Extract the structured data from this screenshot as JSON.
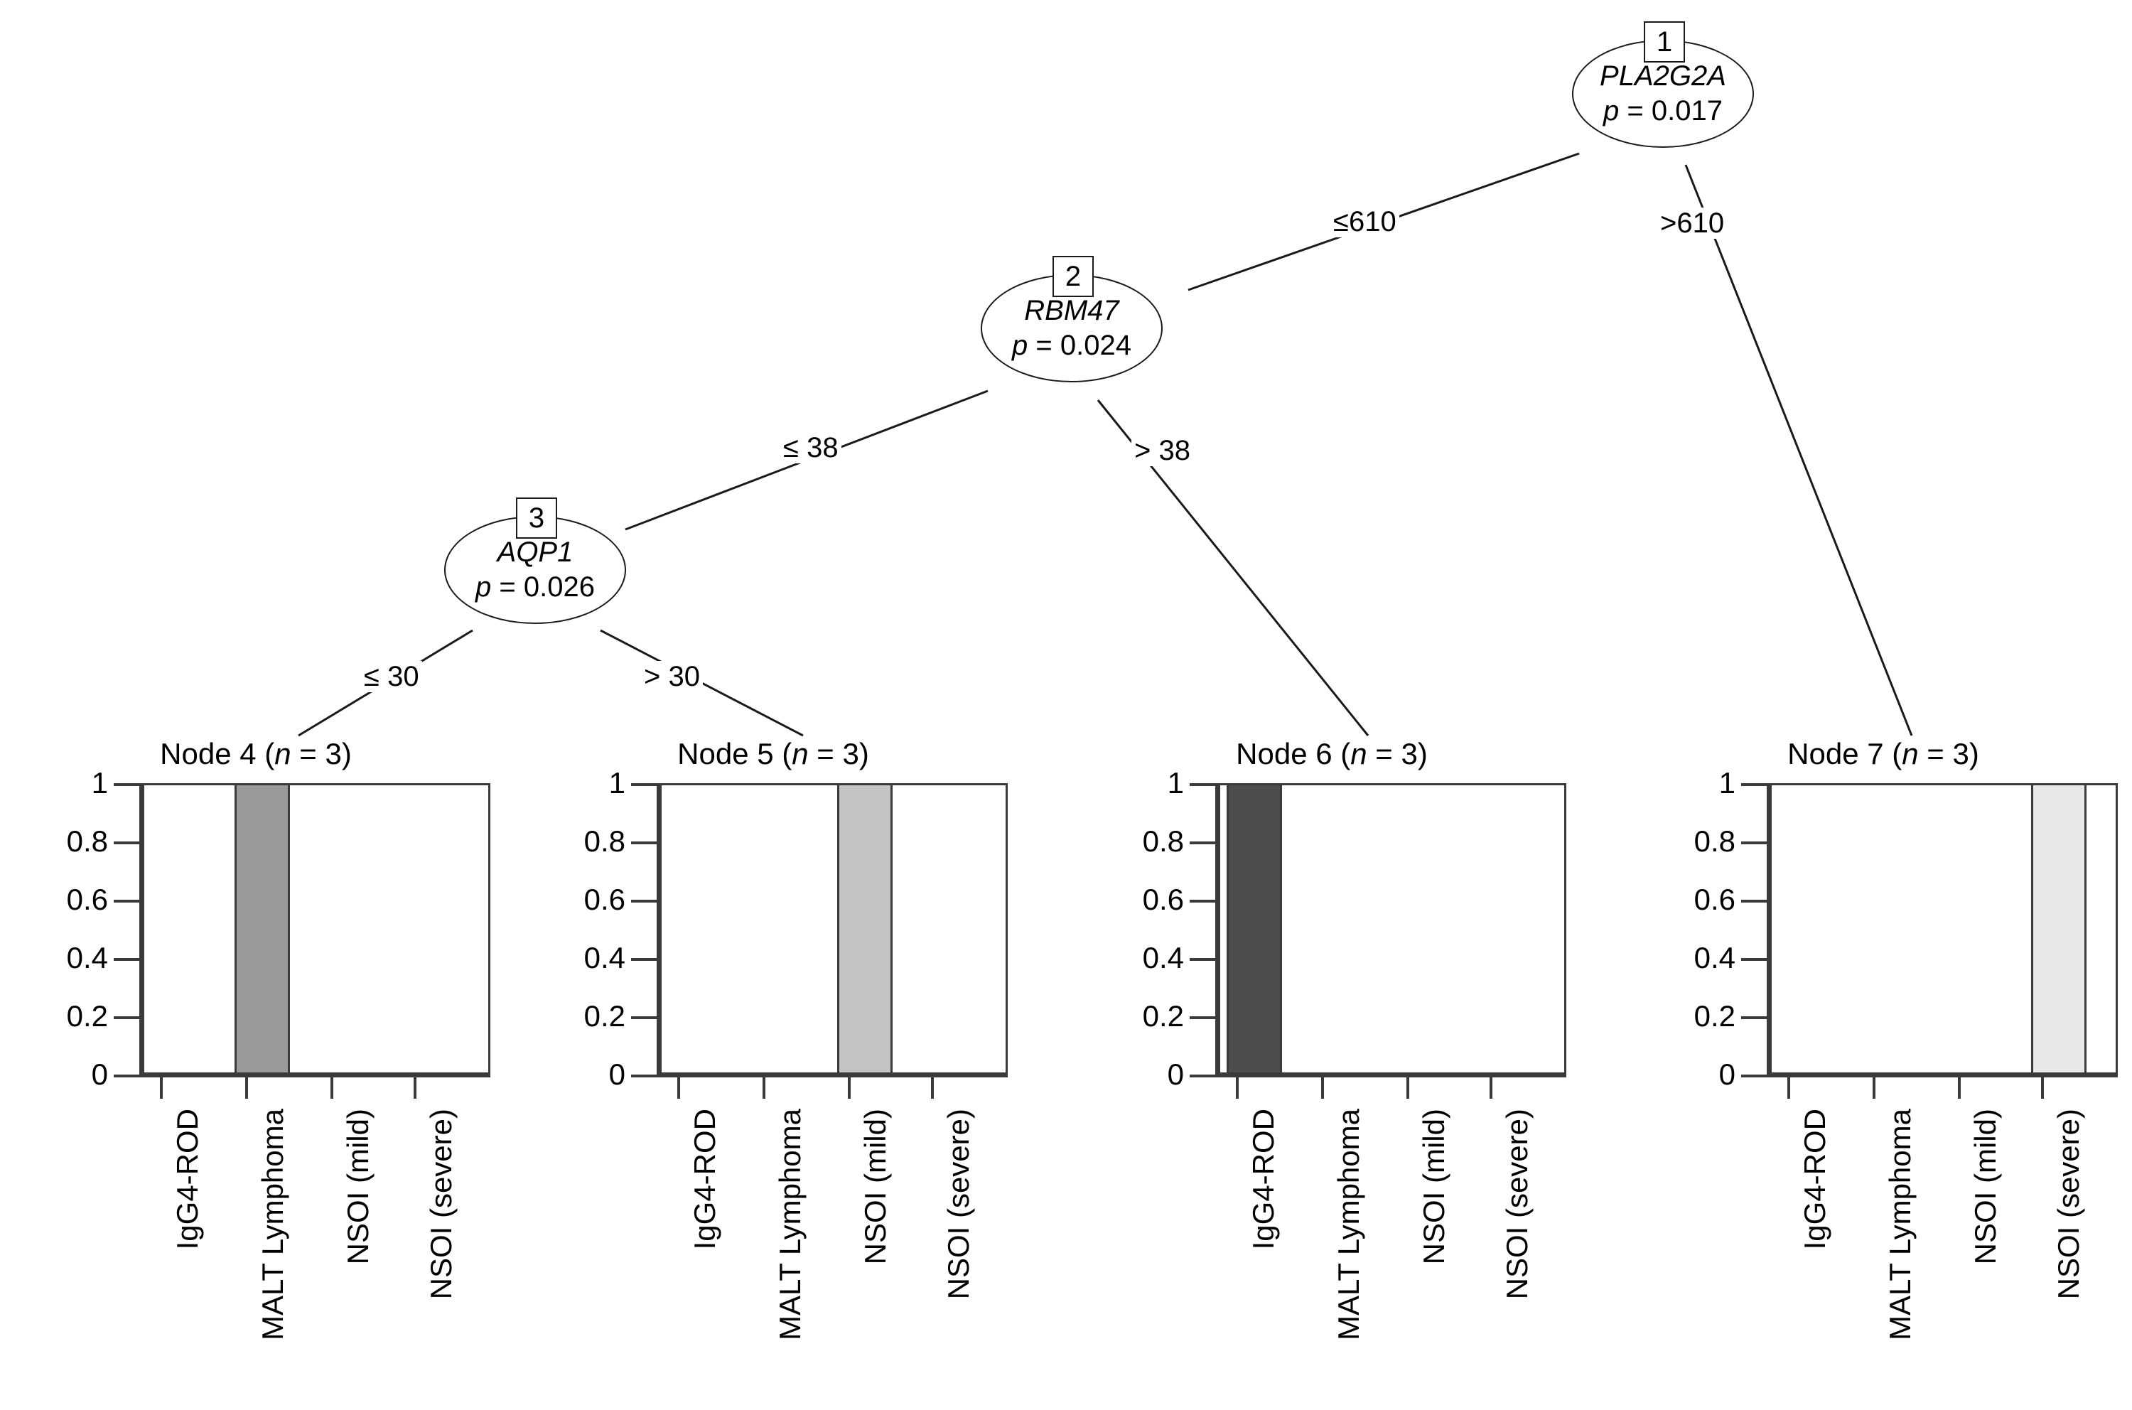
{
  "figure": {
    "type": "conditional-inference-decision-tree",
    "background": "#ffffff"
  },
  "chart_data": {
    "type": "bar",
    "title": "",
    "xlabel": "",
    "ylabel": "",
    "ylim": [
      0,
      1
    ],
    "yticks": [
      "1",
      "0.8",
      "0.6",
      "0.4",
      "0.2",
      "0"
    ],
    "ytick_values": [
      1,
      0.8,
      0.6,
      0.4,
      0.2,
      0
    ],
    "categories": [
      "IgG4-ROD",
      "MALT Lymphoma",
      "NSOI (mild)",
      "NSOI (severe)"
    ],
    "grid": false,
    "legend": "none",
    "panels": [
      {
        "name": "Node 4",
        "title": "Node 4 (n = 3)",
        "n": 3,
        "values": [
          0,
          1,
          0,
          0
        ],
        "bar_color": "#999999"
      },
      {
        "name": "Node 5",
        "title": "Node 5 (n = 3)",
        "n": 3,
        "values": [
          0,
          0,
          1,
          0
        ],
        "bar_color": "#c4c4c4"
      },
      {
        "name": "Node 6",
        "title": "Node 6 (n = 3)",
        "n": 3,
        "values": [
          1,
          0,
          0,
          0
        ],
        "bar_color": "#4d4d4d"
      },
      {
        "name": "Node 7",
        "title": "Node 7 (n = 3)",
        "n": 3,
        "values": [
          0,
          0,
          0,
          1
        ],
        "bar_color": "#e8e8e8"
      }
    ]
  },
  "tree": {
    "inner_nodes": [
      {
        "id": "1",
        "gene": "PLA2G2A",
        "p_label": "p = 0.017",
        "p_value": 0.017,
        "split_left_label": "≤610",
        "split_right_label": ">610",
        "split_value": 610
      },
      {
        "id": "2",
        "gene": "RBM47",
        "p_label": "p = 0.024",
        "p_value": 0.024,
        "split_left_label": "≤ 38",
        "split_right_label": "> 38",
        "split_value": 38
      },
      {
        "id": "3",
        "gene": "AQP1",
        "p_label": "p = 0.026",
        "p_value": 0.026,
        "split_left_label": "≤ 30",
        "split_right_label": "> 30",
        "split_value": 30
      }
    ],
    "terminal_nodes": [
      {
        "id": "4",
        "title": "Node 4 (n = 3)"
      },
      {
        "id": "5",
        "title": "Node 5 (n = 3)"
      },
      {
        "id": "6",
        "title": "Node 6 (n = 3)"
      },
      {
        "id": "7",
        "title": "Node 7 (n = 3)"
      }
    ]
  },
  "labels": {
    "node_word": "Node",
    "n_equals": "(n = 3)",
    "p_symbol": "p",
    "n_symbol": "n"
  }
}
